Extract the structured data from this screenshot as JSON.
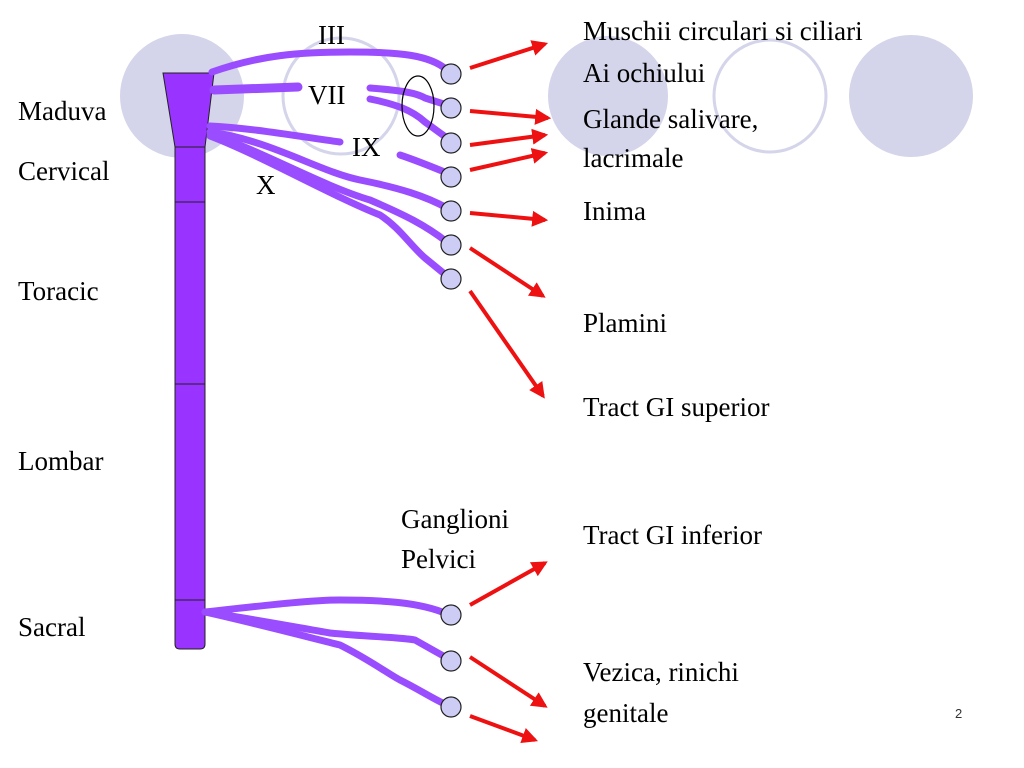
{
  "colors": {
    "cord": "#9933ff",
    "nerve": "#9a4dff",
    "ganglion_fill": "#ccccf5",
    "arrow": "#ee1111",
    "decor_circle": "#d4d4ea"
  },
  "cord_segments": {
    "medulla": "Maduva",
    "cervical": "Cervical",
    "thoracic": "Toracic",
    "lumbar": "Lombar",
    "sacral": "Sacral"
  },
  "nerves": {
    "III": "III",
    "VII": "VII",
    "IX": "IX",
    "X": "X"
  },
  "ganglia_label": {
    "line1": "Ganglioni",
    "line2": "Pelvici"
  },
  "targets": {
    "eye_line1": "Muschii circulari si ciliari",
    "eye_line2": "Ai ochiului",
    "glands_line1": "Glande salivare,",
    "glands_line2": "lacrimale",
    "heart": "Inima",
    "lungs": "Plamini",
    "upper_gi": "Tract GI superior",
    "lower_gi": "Tract GI inferior",
    "bladder_line1": "Vezica, rinichi",
    "bladder_line2": "genitale"
  },
  "slide_number": "2"
}
